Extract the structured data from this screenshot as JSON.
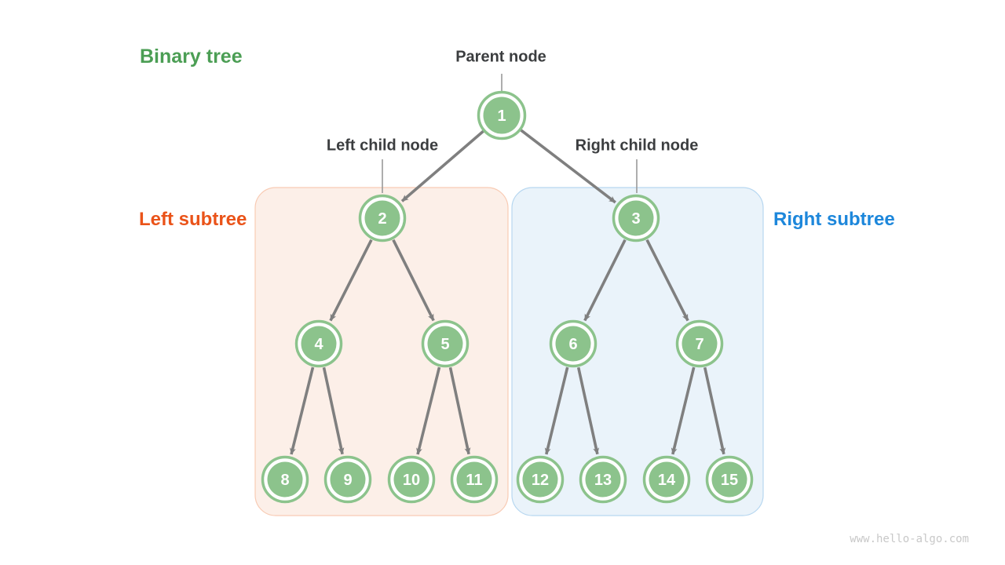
{
  "title": {
    "label": "Binary tree"
  },
  "labels": {
    "parent_node": "Parent node",
    "left_child_node": "Left child node",
    "right_child_node": "Right child node",
    "left_subtree": "Left subtree",
    "right_subtree": "Right subtree"
  },
  "tree": {
    "nodes": [
      "1",
      "2",
      "3",
      "4",
      "5",
      "6",
      "7",
      "8",
      "9",
      "10",
      "11",
      "12",
      "13",
      "14",
      "15"
    ],
    "edges": [
      [
        "1",
        "2"
      ],
      [
        "1",
        "3"
      ],
      [
        "2",
        "4"
      ],
      [
        "2",
        "5"
      ],
      [
        "3",
        "6"
      ],
      [
        "3",
        "7"
      ],
      [
        "4",
        "8"
      ],
      [
        "4",
        "9"
      ],
      [
        "5",
        "10"
      ],
      [
        "5",
        "11"
      ],
      [
        "6",
        "12"
      ],
      [
        "6",
        "13"
      ],
      [
        "7",
        "14"
      ],
      [
        "7",
        "15"
      ]
    ]
  },
  "watermark": "www.hello-algo.com",
  "colors": {
    "title_green": "#4B9E54",
    "left_subtree_orange": "#EA5319",
    "right_subtree_blue": "#1D87DB",
    "node_green": "#8CC38C",
    "node_text": "#FFFFFF",
    "edge_gray": "#7F7F7F",
    "pointer_line_gray": "#999999",
    "label_dark": "#3B3D3F",
    "left_box_fill": "#FCEFE8",
    "left_box_border": "#F8CBB4",
    "right_box_fill": "#EAF3FA",
    "right_box_border": "#B7D7F0",
    "watermark_gray": "#C8C8C8",
    "background": "#FFFFFF"
  }
}
